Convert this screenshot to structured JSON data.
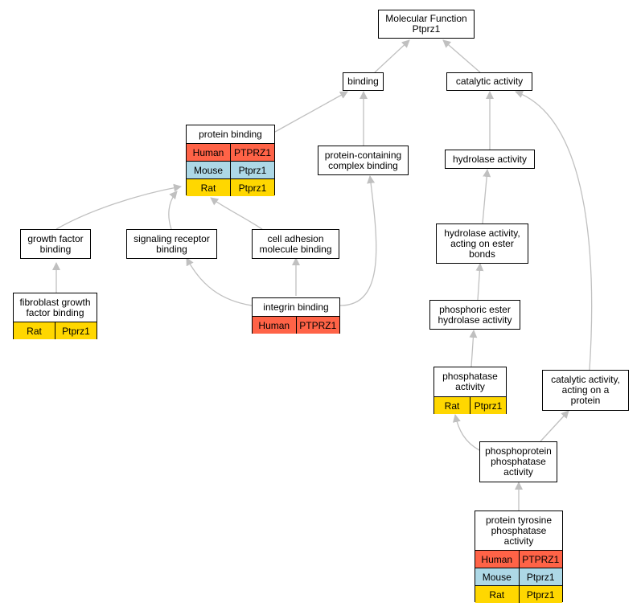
{
  "nodes": {
    "mf": {
      "label": "Molecular Function\nPtprz1"
    },
    "binding": {
      "label": "binding"
    },
    "catalytic": {
      "label": "catalytic activity"
    },
    "protein_binding": {
      "label": "protein binding",
      "rows": [
        {
          "species": "Human",
          "gene": "PTPRZ1"
        },
        {
          "species": "Mouse",
          "gene": "Ptprz1"
        },
        {
          "species": "Rat",
          "gene": "Ptprz1"
        }
      ]
    },
    "pc_binding": {
      "label": "protein-containing\ncomplex binding"
    },
    "hydrolase": {
      "label": "hydrolase activity"
    },
    "gf_binding": {
      "label": "growth factor\nbinding"
    },
    "sr_binding": {
      "label": "signaling receptor\nbinding"
    },
    "cam_binding": {
      "label": "cell adhesion\nmolecule binding"
    },
    "hydrolase_ester": {
      "label": "hydrolase activity,\nacting on ester\nbonds"
    },
    "fgf_binding": {
      "label": "fibroblast growth\nfactor binding",
      "rows": [
        {
          "species": "Rat",
          "gene": "Ptprz1"
        }
      ]
    },
    "integrin_binding": {
      "label": "integrin binding",
      "rows": [
        {
          "species": "Human",
          "gene": "PTPRZ1"
        }
      ]
    },
    "phos_ester": {
      "label": "phosphoric ester\nhydrolase activity"
    },
    "phosphatase": {
      "label": "phosphatase\nactivity",
      "rows": [
        {
          "species": "Rat",
          "gene": "Ptprz1"
        }
      ]
    },
    "cat_protein": {
      "label": "catalytic activity,\nacting on a\nprotein"
    },
    "pp_phosphatase": {
      "label": "phosphoprotein\nphosphatase\nactivity"
    },
    "ptp": {
      "label": "protein tyrosine\nphosphatase\nactivity",
      "rows": [
        {
          "species": "Human",
          "gene": "PTPRZ1"
        },
        {
          "species": "Mouse",
          "gene": "Ptprz1"
        },
        {
          "species": "Rat",
          "gene": "Ptprz1"
        }
      ]
    }
  },
  "edges": [
    {
      "from": "binding",
      "to": "mf"
    },
    {
      "from": "catalytic",
      "to": "mf"
    },
    {
      "from": "protein_binding",
      "to": "binding"
    },
    {
      "from": "pc_binding",
      "to": "binding"
    },
    {
      "from": "hydrolase",
      "to": "catalytic"
    },
    {
      "from": "cat_protein",
      "to": "catalytic"
    },
    {
      "from": "gf_binding",
      "to": "protein_binding"
    },
    {
      "from": "sr_binding",
      "to": "protein_binding"
    },
    {
      "from": "cam_binding",
      "to": "protein_binding"
    },
    {
      "from": "fgf_binding",
      "to": "gf_binding"
    },
    {
      "from": "integrin_binding",
      "to": "sr_binding"
    },
    {
      "from": "integrin_binding",
      "to": "cam_binding"
    },
    {
      "from": "integrin_binding",
      "to": "pc_binding"
    },
    {
      "from": "hydrolase_ester",
      "to": "hydrolase"
    },
    {
      "from": "phos_ester",
      "to": "hydrolase_ester"
    },
    {
      "from": "phosphatase",
      "to": "phos_ester"
    },
    {
      "from": "pp_phosphatase",
      "to": "phosphatase"
    },
    {
      "from": "pp_phosphatase",
      "to": "cat_protein"
    },
    {
      "from": "ptp",
      "to": "pp_phosphatase"
    }
  ],
  "colors": {
    "human": "#ff6347",
    "mouse": "#add8e6",
    "rat": "#ffd700",
    "edge": "#c0c0c0"
  }
}
